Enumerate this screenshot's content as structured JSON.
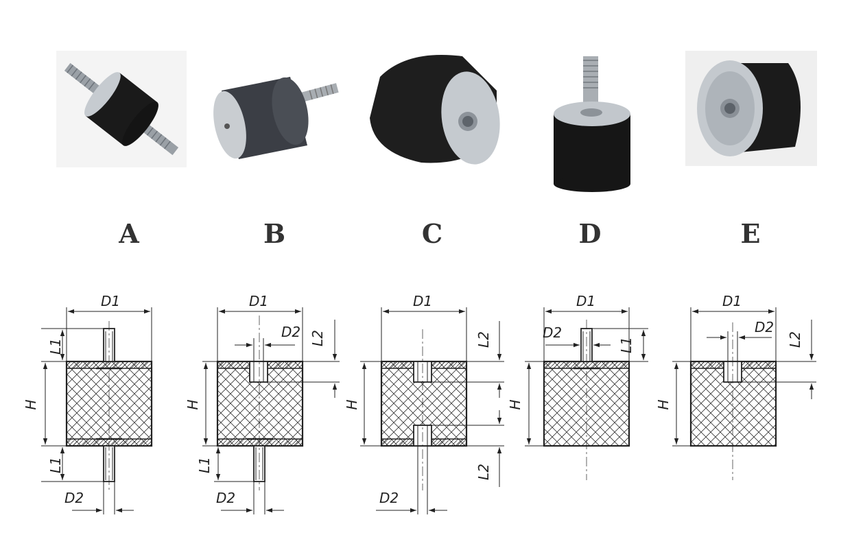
{
  "variants": [
    {
      "id": "A",
      "label": "A"
    },
    {
      "id": "B",
      "label": "B"
    },
    {
      "id": "C",
      "label": "C"
    },
    {
      "id": "D",
      "label": "D"
    },
    {
      "id": "E",
      "label": "E"
    }
  ],
  "dimension_labels": {
    "d1": "D1",
    "d2": "D2",
    "h": "H",
    "l1": "L1",
    "l2": "L2"
  },
  "colors": {
    "rubber": "#1c1c1c",
    "metal": "#b9bec3",
    "label": "#333333",
    "line": "#222222"
  }
}
